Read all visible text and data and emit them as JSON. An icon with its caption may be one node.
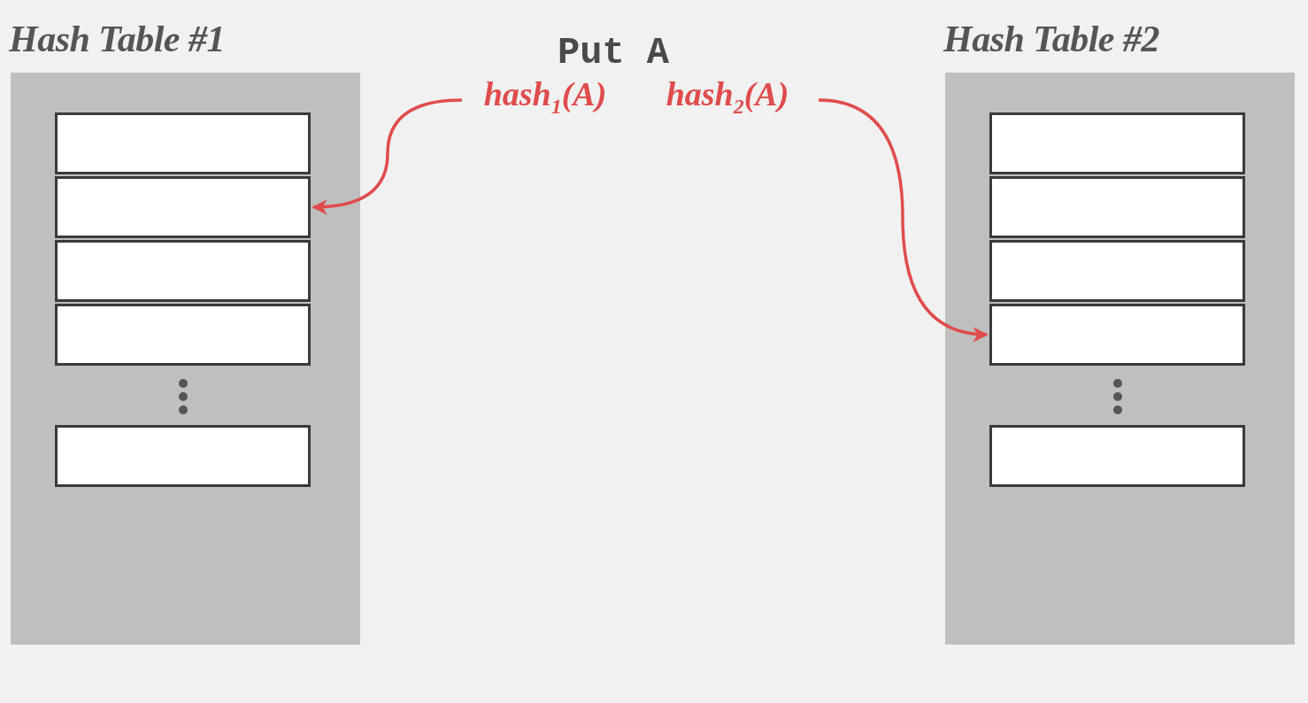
{
  "diagram": {
    "nodes": [
      {
        "text": [
          "Hash Table #1"
        ]
      },
      {
        "text": [],
        "shape": "box",
        "in": 0
      },
      {
        "text": [],
        "shape": "box",
        "in": 0
      },
      {
        "text": [],
        "shape": "box",
        "in": 0
      },
      {
        "text": [],
        "shape": "box",
        "in": 0
      },
      {
        "text": [],
        "shape": "box",
        "in": 0
      },
      {
        "text": [
          "Hash Table #2"
        ]
      },
      {
        "text": [],
        "shape": "box",
        "in": 6
      },
      {
        "text": [],
        "shape": "box",
        "in": 6
      },
      {
        "text": [],
        "shape": "box",
        "in": 6
      },
      {
        "text": [],
        "shape": "box",
        "in": 6
      },
      {
        "text": [],
        "shape": "box",
        "in": 6
      },
      {
        "text": [
          "hash$_{1}$(A)"
        ]
      },
      {
        "text": [
          "hash$_{2}$(A)"
        ]
      }
    ],
    "edges": [
      {
        "from": 12,
        "to": 2,
        "arrow": "to"
      },
      {
        "from": 13,
        "to": 10,
        "arrow": "to"
      }
    ],
    "labels": [
      "Put A"
    ]
  }
}
